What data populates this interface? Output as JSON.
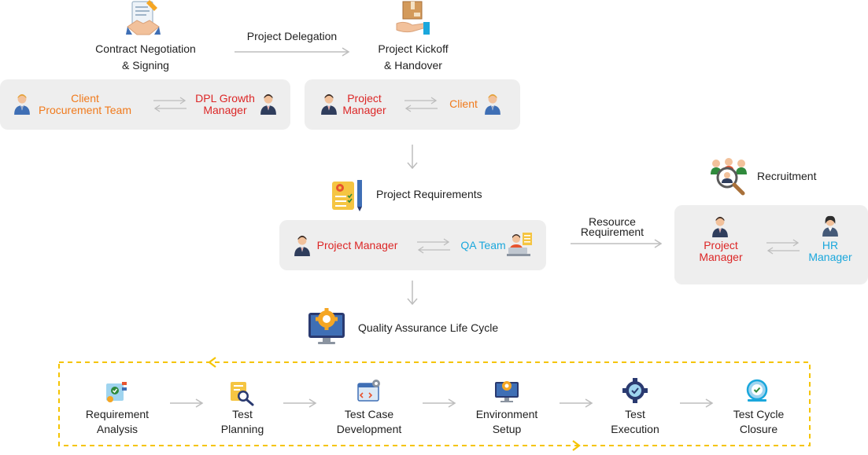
{
  "top": {
    "contract_title_line1": "Contract Negotiation",
    "contract_title_line2": "& Signing",
    "delegation_label": "Project  Delegation",
    "kickoff_title_line1": "Project Kickoff",
    "kickoff_title_line2": "& Handover"
  },
  "box1": {
    "left_line1": "Client",
    "left_line2": "Procurement Team",
    "right_line1": "DPL Growth",
    "right_line2": "Manager"
  },
  "box2": {
    "left_line1": "Project",
    "left_line2": "Manager",
    "right_label": "Client"
  },
  "requirements": {
    "title": "Project Requirements",
    "left_label": "Project Manager",
    "right_label": "QA Team"
  },
  "resource": {
    "line1": "Resource",
    "line2": "Requirement"
  },
  "recruitment": {
    "title": "Recruitment",
    "left_line1": "Project",
    "left_line2": "Manager",
    "right_line1": "HR",
    "right_line2": "Manager"
  },
  "qalc": {
    "title": "Quality Assurance Life Cycle",
    "stages": [
      {
        "line1": "Requirement",
        "line2": "Analysis"
      },
      {
        "line1": "Test",
        "line2": "Planning"
      },
      {
        "line1": "Test Case",
        "line2": "Development"
      },
      {
        "line1": "Environment",
        "line2": "Setup"
      },
      {
        "line1": "Test",
        "line2": "Execution"
      },
      {
        "line1": "Test Cycle",
        "line2": "Closure"
      }
    ]
  },
  "colors": {
    "orange": "#f07a1c",
    "red": "#dc2626",
    "blue": "#1aa7dc",
    "cycle_dash": "#f5c400",
    "box_bg": "#eeeeee",
    "arrow": "#bdbdbd"
  }
}
